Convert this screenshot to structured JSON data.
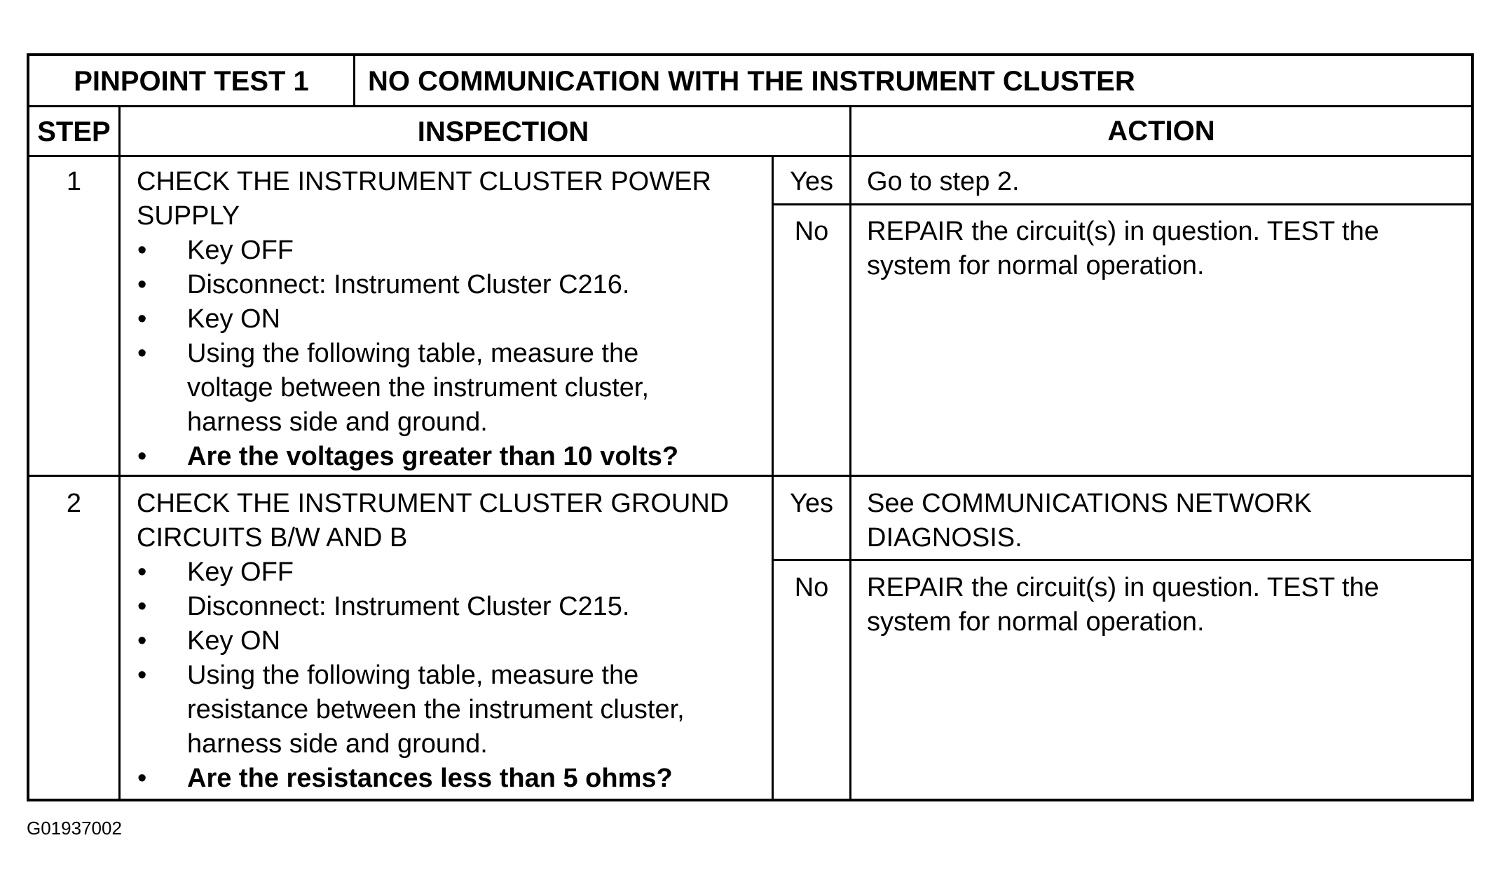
{
  "header": {
    "test_label": "PINPOINT TEST 1",
    "test_title": "NO COMMUNICATION WITH THE INSTRUMENT CLUSTER"
  },
  "columns": {
    "step": "STEP",
    "inspection": "INSPECTION",
    "action": "ACTION"
  },
  "steps": [
    {
      "number": "1",
      "title_line1": "CHECK THE INSTRUMENT CLUSTER POWER",
      "title_line2": "SUPPLY",
      "bullets": [
        {
          "lines": [
            "Key OFF"
          ],
          "bold": false
        },
        {
          "lines": [
            "Disconnect: Instrument Cluster C216."
          ],
          "bold": false
        },
        {
          "lines": [
            "Key ON"
          ],
          "bold": false
        },
        {
          "lines": [
            "Using the following table, measure the",
            "voltage between the instrument cluster,",
            "harness side and ground."
          ],
          "bold": false
        },
        {
          "lines": [
            "Are the voltages greater than 10 volts?"
          ],
          "bold": true
        }
      ],
      "yes_label": "Yes",
      "yes_action": [
        "Go to step 2."
      ],
      "no_label": "No",
      "no_action": [
        "REPAIR the circuit(s) in question.  TEST the",
        "system for normal operation."
      ]
    },
    {
      "number": "2",
      "title_line1": "CHECK THE INSTRUMENT CLUSTER GROUND",
      "title_line2": "CIRCUITS B/W AND B",
      "bullets": [
        {
          "lines": [
            "Key OFF"
          ],
          "bold": false
        },
        {
          "lines": [
            "Disconnect: Instrument Cluster C215."
          ],
          "bold": false
        },
        {
          "lines": [
            "Key ON"
          ],
          "bold": false
        },
        {
          "lines": [
            "Using the following table, measure the",
            "resistance between the instrument cluster,",
            "harness side and ground."
          ],
          "bold": false
        },
        {
          "lines": [
            "Are the resistances less than 5 ohms?"
          ],
          "bold": true
        }
      ],
      "yes_label": "Yes",
      "yes_action": [
        "See COMMUNICATIONS NETWORK",
        "DIAGNOSIS."
      ],
      "no_label": "No",
      "no_action": [
        "REPAIR the circuit(s) in question.  TEST the",
        "system for normal operation."
      ]
    }
  ],
  "figure_id": "G01937002",
  "bullet_glyph": "•"
}
